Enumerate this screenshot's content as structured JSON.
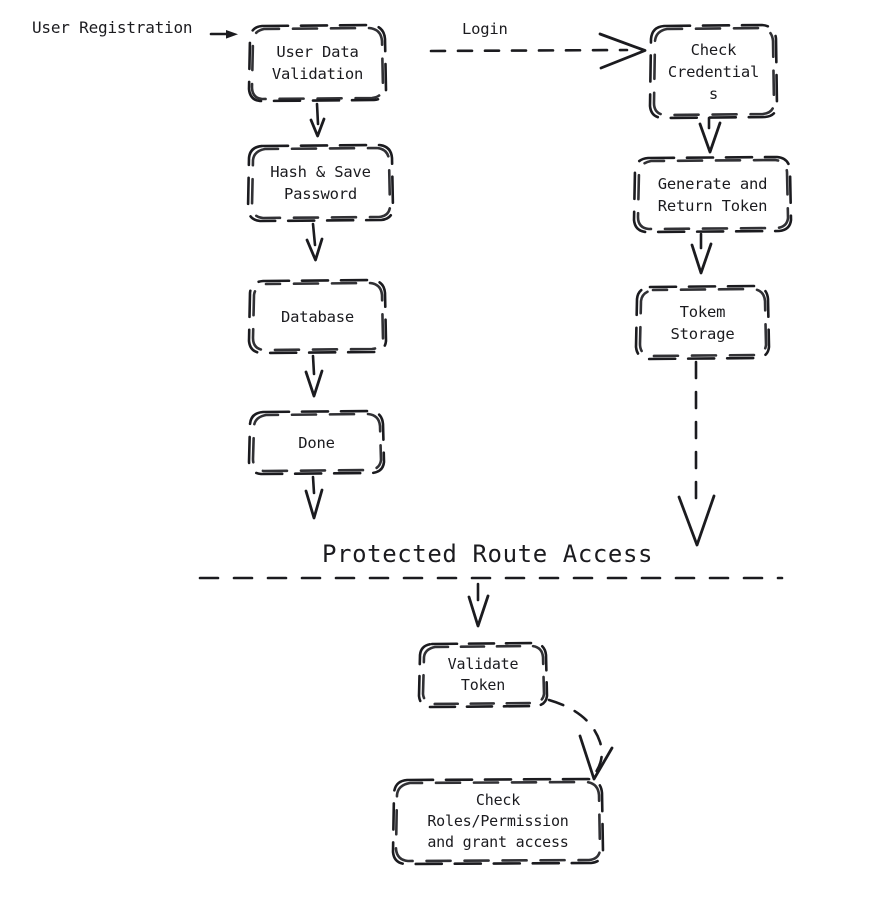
{
  "diagram": {
    "style": "hand-drawn-sketch",
    "background_color": "#ffffff",
    "stroke_color": "#1b1b1f",
    "sections": [
      {
        "id": "registration",
        "label": "User Registration"
      },
      {
        "id": "login",
        "label": "Login"
      },
      {
        "id": "protected",
        "label": "Protected Route Access"
      }
    ],
    "free_labels": [
      {
        "name": "user-registration-label",
        "text": "User Registration"
      }
    ],
    "edge_labels": [
      {
        "name": "login-edge-label",
        "text": "Login"
      }
    ],
    "section_titles": [
      {
        "name": "protected-route-access-title",
        "text": "Protected Route Access"
      }
    ],
    "nodes": [
      {
        "id": "user-data-validation",
        "text": "User Data\nValidation"
      },
      {
        "id": "hash-save-password",
        "text": "Hash & Save\nPassword"
      },
      {
        "id": "database",
        "text": "Database"
      },
      {
        "id": "done",
        "text": "Done"
      },
      {
        "id": "check-credentials",
        "text": "Check\nCredential\ns"
      },
      {
        "id": "generate-return-token",
        "text": "Generate and\nReturn Token"
      },
      {
        "id": "tokem-storage",
        "text": "Tokem\nStorage"
      },
      {
        "id": "validate-token",
        "text": "Validate\nToken"
      },
      {
        "id": "check-roles-permission",
        "text": "Check\nRoles/Permission\nand grant access"
      }
    ],
    "edges": [
      {
        "from": "user-registration-label",
        "to": "user-data-validation",
        "label": ""
      },
      {
        "from": "user-data-validation",
        "to": "hash-save-password",
        "label": ""
      },
      {
        "from": "hash-save-password",
        "to": "database",
        "label": ""
      },
      {
        "from": "database",
        "to": "done",
        "label": ""
      },
      {
        "from": "done",
        "to": "protected-route-divider",
        "label": ""
      },
      {
        "from": "user-data-validation",
        "to": "check-credentials",
        "label": "Login"
      },
      {
        "from": "check-credentials",
        "to": "generate-return-token",
        "label": ""
      },
      {
        "from": "generate-return-token",
        "to": "tokem-storage",
        "label": ""
      },
      {
        "from": "tokem-storage",
        "to": "protected-route-divider",
        "label": ""
      },
      {
        "from": "protected-route-divider",
        "to": "validate-token",
        "label": ""
      },
      {
        "from": "validate-token",
        "to": "check-roles-permission",
        "label": ""
      }
    ]
  }
}
